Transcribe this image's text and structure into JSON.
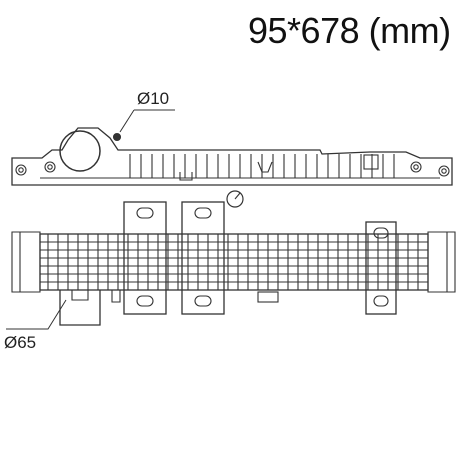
{
  "drawing": {
    "title": "95*678 (mm)",
    "callouts": {
      "small_hole": "Ø10",
      "outlet_pipe": "Ø65"
    },
    "views": [
      "top-view",
      "front-view"
    ]
  }
}
